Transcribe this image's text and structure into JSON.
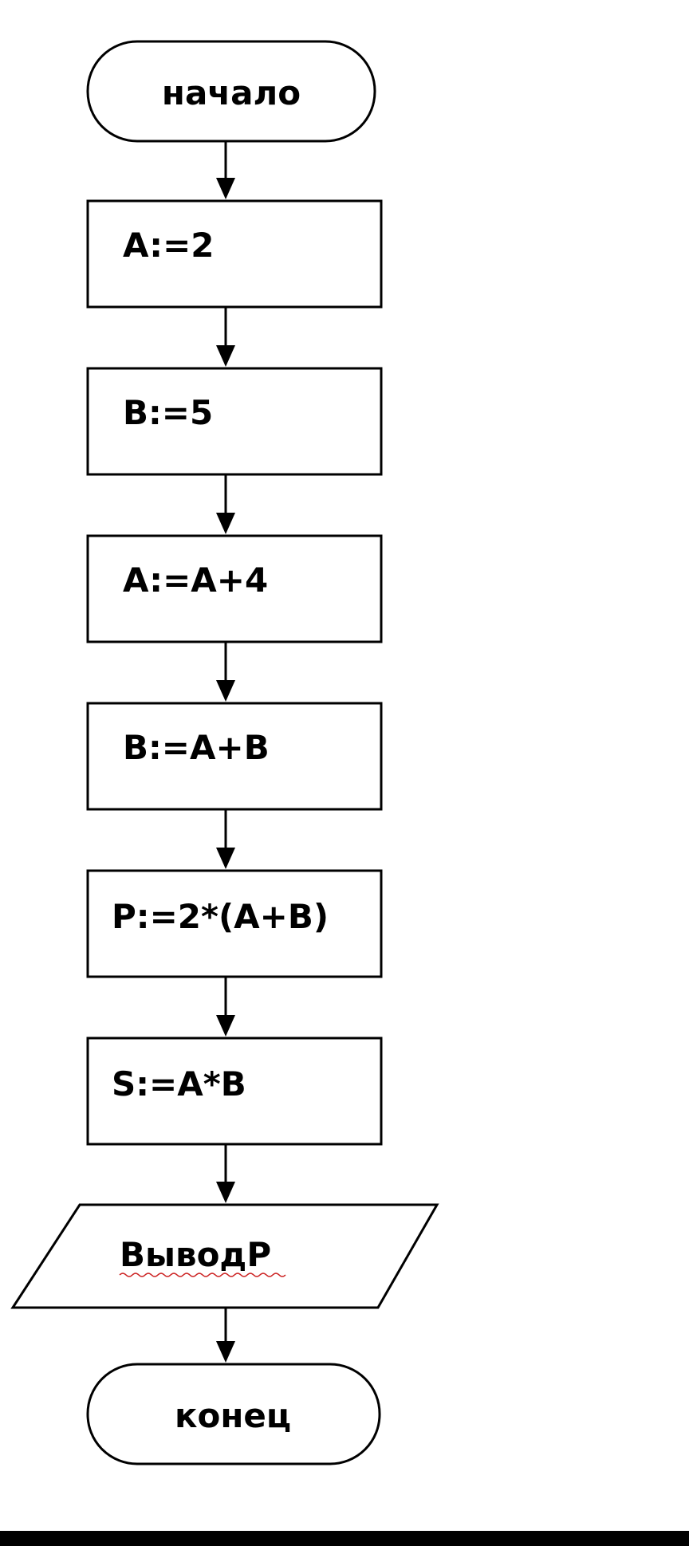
{
  "flowchart": {
    "start_label": "начало",
    "steps": [
      "A:=2",
      "B:=5",
      "A:=A+4",
      "B:=A+B",
      "P:=2*(A+B)",
      "S:=A*B"
    ],
    "output_label": "ВыводP",
    "end_label": "конец"
  },
  "colors": {
    "stroke": "#000000",
    "background": "#ffffff",
    "spellcheck_underline": "#cc2222"
  }
}
